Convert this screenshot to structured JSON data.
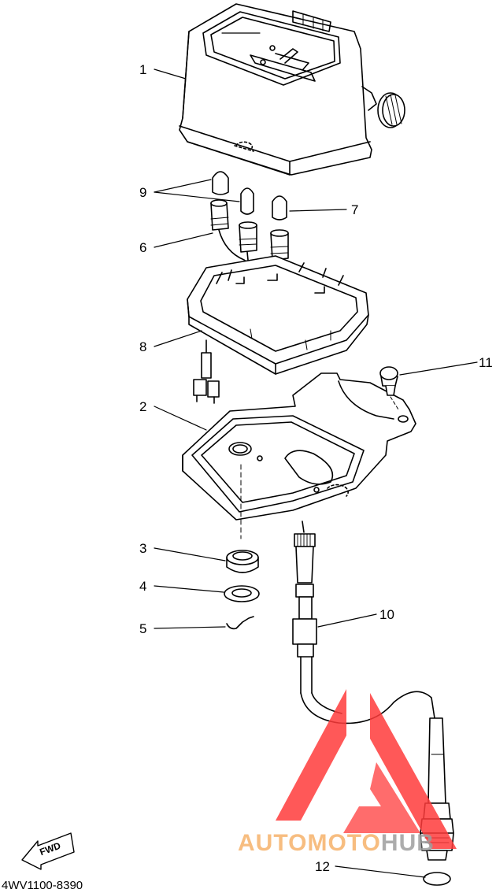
{
  "diagram": {
    "part_labels": [
      "1",
      "2",
      "3",
      "4",
      "5",
      "6",
      "7",
      "8",
      "9",
      "10",
      "11",
      "12"
    ],
    "diagram_code": "4WV1100-8390",
    "fwd_label": "FWD",
    "watermark": {
      "text_main": "AUTOMOTO",
      "text_hub": "HUB",
      "logo_color": "#ff3b3b",
      "text_color": "#f6b26b"
    }
  }
}
